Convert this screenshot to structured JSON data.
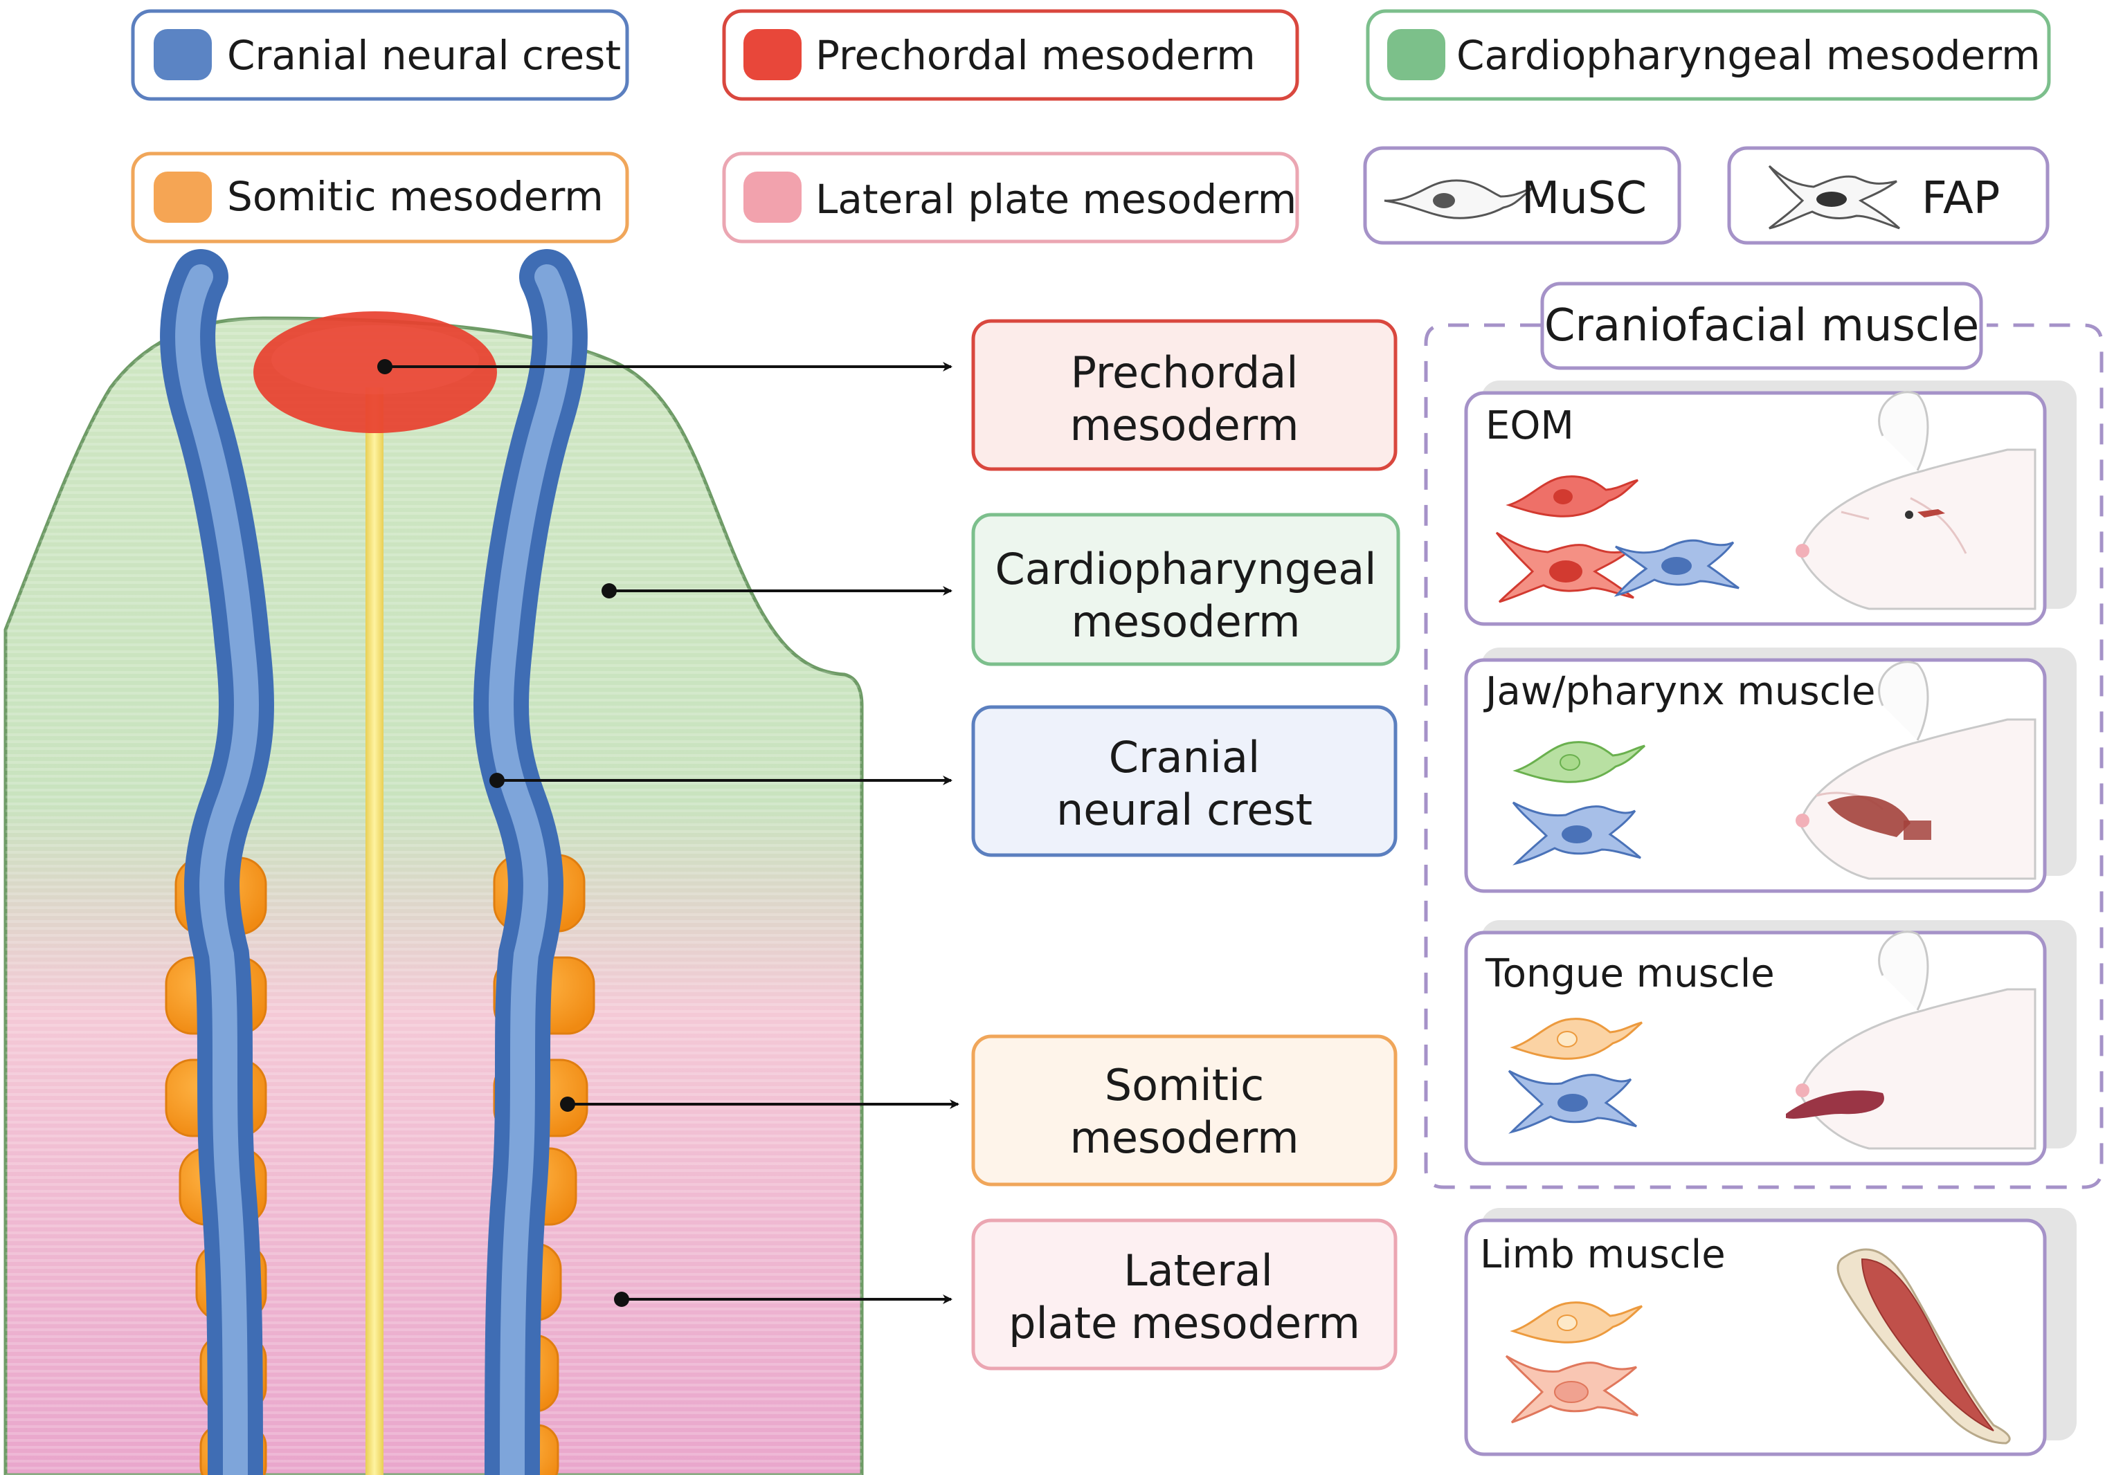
{
  "legend": {
    "cranial_neural_crest": {
      "label": "Cranial neural crest",
      "color": "#5b84c4",
      "border": "#5b7fbf"
    },
    "prechordal_mesoderm": {
      "label": "Prechordal mesoderm",
      "color": "#e8473a",
      "border": "#d9473e"
    },
    "cardiopharyngeal_mesoderm": {
      "label": "Cardiopharyngeal mesoderm",
      "color": "#7cc08a",
      "border": "#7cbf8c"
    },
    "somitic_mesoderm": {
      "label": "Somitic mesoderm",
      "color": "#f5a554",
      "border": "#f0a65a"
    },
    "lateral_plate_mesoderm": {
      "label": "Lateral plate mesoderm",
      "color": "#f2a2ad",
      "border": "#eba6b2"
    },
    "musc": {
      "label": "MuSC",
      "border": "#a592c8"
    },
    "fap": {
      "label": "FAP",
      "border": "#a592c8"
    }
  },
  "origin_labels": {
    "prechordal": [
      "Prechordal",
      "mesoderm"
    ],
    "cardiopharyngeal": [
      "Cardiopharyngeal",
      "mesoderm"
    ],
    "cranial_neural_crest": [
      "Cranial",
      "neural crest"
    ],
    "somitic": [
      "Somitic",
      "mesoderm"
    ],
    "lateral_plate": [
      "Lateral",
      "plate mesoderm"
    ]
  },
  "craniofacial_group": {
    "title": "Craniofacial muscle",
    "panels": {
      "eom": "EOM",
      "jaw": "Jaw/pharynx muscle",
      "tongue": "Tongue muscle"
    }
  },
  "limb_panel": {
    "title": "Limb muscle"
  }
}
